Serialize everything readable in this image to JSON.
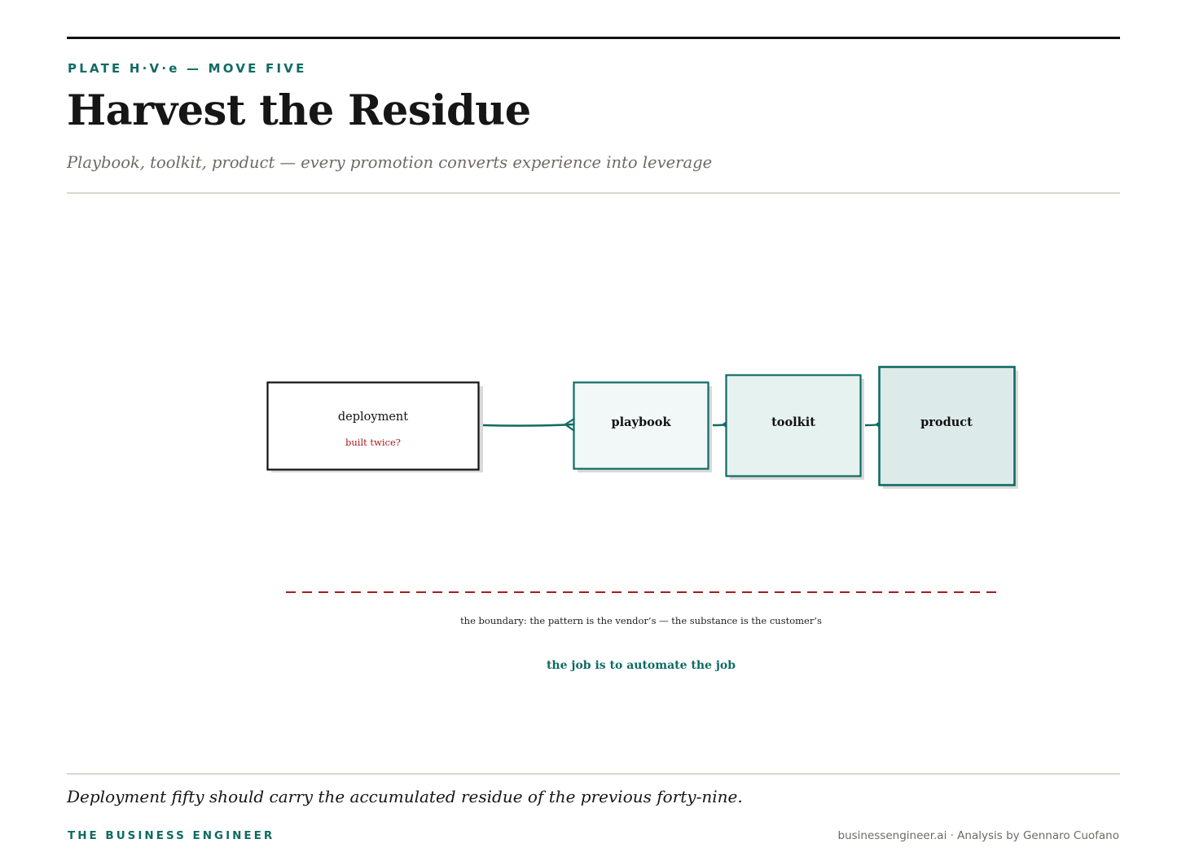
{
  "header": {
    "kicker": "PLATE H·V·e — MOVE FIVE",
    "title": "Harvest the Residue",
    "subtitle": "Playbook, toolkit, product — every promotion converts experience into leverage"
  },
  "diagram": {
    "nodes": [
      {
        "id": "deployment",
        "label": "deployment",
        "note": "built twice?"
      },
      {
        "id": "playbook",
        "label": "playbook"
      },
      {
        "id": "toolkit",
        "label": "toolkit"
      },
      {
        "id": "product",
        "label": "product"
      }
    ],
    "edges": [
      {
        "from": "deployment",
        "to": "playbook"
      },
      {
        "from": "playbook",
        "to": "toolkit"
      },
      {
        "from": "toolkit",
        "to": "product"
      }
    ],
    "boundary": {
      "label": "the boundary: the pattern is the vendor’s — the substance is the customer’s"
    },
    "moral": "the job is to automate the job"
  },
  "footer": {
    "takeaway": "Deployment fifty should carry the accumulated residue of the previous forty-nine.",
    "brand": "THE BUSINESS ENGINEER",
    "credit": "businessengineer.ai · Analysis by Gennaro Cuofano"
  },
  "colors": {
    "accent": "#0f6b63",
    "boundary": "#a61c1c",
    "ink": "#111111",
    "muted": "#6f6a63",
    "rule": "#ddd6cc",
    "fill_playbook": "#f1f8f7",
    "fill_toolkit": "#e6f2f0",
    "fill_product": "#dcebe9"
  }
}
